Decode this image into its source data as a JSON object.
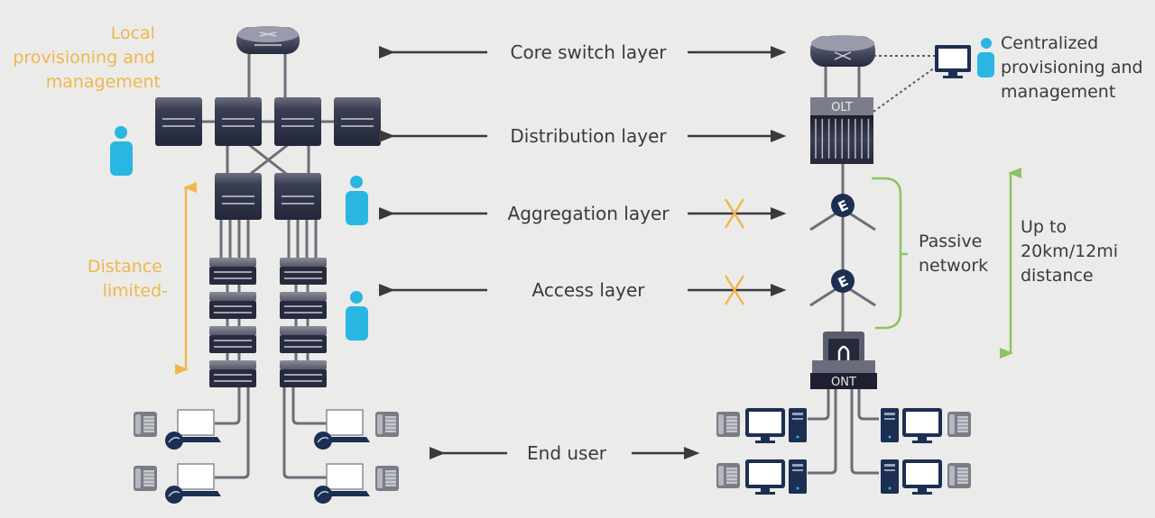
{
  "legacy": {
    "provisioning_label": [
      "Local",
      "provisioning and",
      "management"
    ],
    "distance_label": [
      "Distance",
      "limited-"
    ]
  },
  "layers": [
    {
      "label": "Core switch layer",
      "pon_blocked": false
    },
    {
      "label": "Distribution layer",
      "pon_blocked": false
    },
    {
      "label": "Aggregation layer",
      "pon_blocked": true
    },
    {
      "label": "Access layer",
      "pon_blocked": true
    },
    {
      "label": "End user",
      "pon_blocked": false
    }
  ],
  "pon": {
    "provisioning_label": [
      "Centralized",
      "provisioning and",
      "management"
    ],
    "olt_tag": "OLT",
    "ont_tag": "ONT",
    "splitter_tag": "E",
    "passive_label": [
      "Passive",
      "network"
    ],
    "distance_label": [
      "Up to",
      "20km/12mi",
      "distance"
    ]
  },
  "colors": {
    "background": "#ebebea",
    "device": "#2e3347",
    "accent_orange": "#f0b64c",
    "accent_green": "#8cc464",
    "person_blue": "#29b6e3",
    "endpoint_navy": "#1c2e52"
  }
}
